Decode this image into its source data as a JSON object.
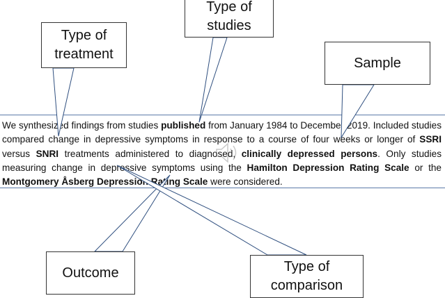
{
  "paragraph": {
    "s1": "We synthesized findings from studies ",
    "b1": "published",
    "s2": " from January 1984 to December 2019. Included studies compared change in depressive symptoms in response to a course of four weeks or longer of ",
    "b2": "SSRI",
    "s3": " versus ",
    "b3": "SNRI",
    "s4": " treatments administered to diagnosed, ",
    "b4": "clinically depressed persons",
    "s5": ". Only studies measuring change in depressive symptoms using the ",
    "b5": "Hamilton Depression Rating Scale",
    "s6": " or the ",
    "b6": "Montgomery Åsberg Depression Rating Scale",
    "s7": " were considered."
  },
  "callouts": {
    "type_of_treatment": "Type of\ntreatment",
    "type_of_studies": "Type of\nstudies",
    "sample": "Sample",
    "outcome": "Outcome",
    "type_of_comparison": "Type of\ncomparison"
  },
  "icons": {
    "speaker": "speaker-icon"
  },
  "colors": {
    "rule": "#5b7aa8",
    "callout_border": "#333333",
    "pointer": "#2f4f7f"
  }
}
